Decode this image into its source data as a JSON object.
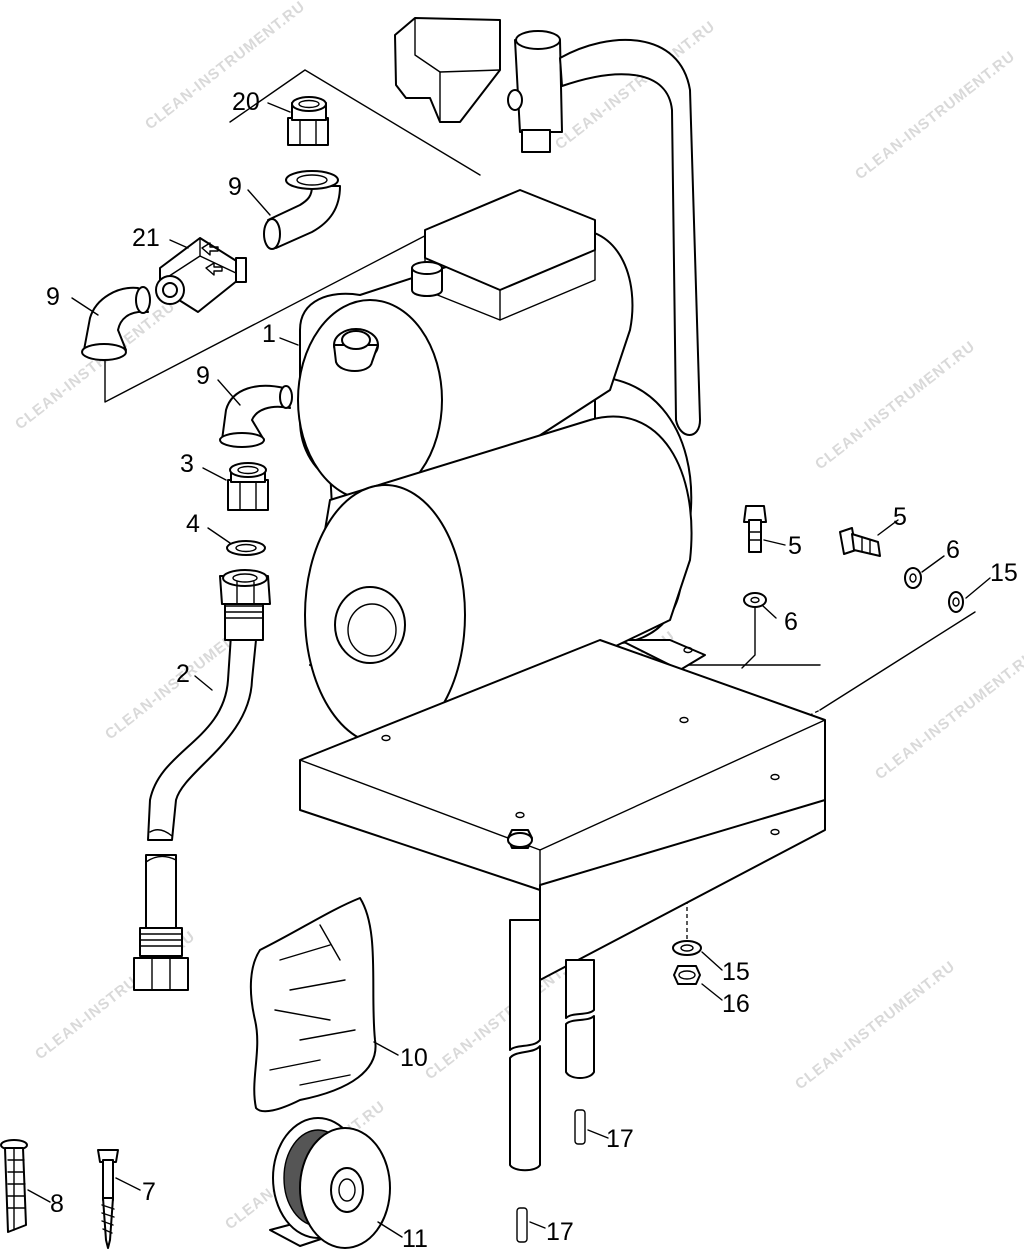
{
  "watermark": "CLEAN-INSTRUMENT.RU",
  "labels": [
    {
      "id": "20",
      "text": "20"
    },
    {
      "id": "9a",
      "text": "9"
    },
    {
      "id": "21",
      "text": "21"
    },
    {
      "id": "9b",
      "text": "9"
    },
    {
      "id": "1",
      "text": "1"
    },
    {
      "id": "9c",
      "text": "9"
    },
    {
      "id": "3",
      "text": "3"
    },
    {
      "id": "4",
      "text": "4"
    },
    {
      "id": "2",
      "text": "2"
    },
    {
      "id": "5a",
      "text": "5"
    },
    {
      "id": "6a",
      "text": "6"
    },
    {
      "id": "5b",
      "text": "5"
    },
    {
      "id": "6b",
      "text": "6"
    },
    {
      "id": "15a",
      "text": "15"
    },
    {
      "id": "15b",
      "text": "15"
    },
    {
      "id": "16",
      "text": "16"
    },
    {
      "id": "10",
      "text": "10"
    },
    {
      "id": "17a",
      "text": "17"
    },
    {
      "id": "8",
      "text": "8"
    },
    {
      "id": "7",
      "text": "7"
    },
    {
      "id": "11",
      "text": "11"
    },
    {
      "id": "17b",
      "text": "17"
    }
  ]
}
